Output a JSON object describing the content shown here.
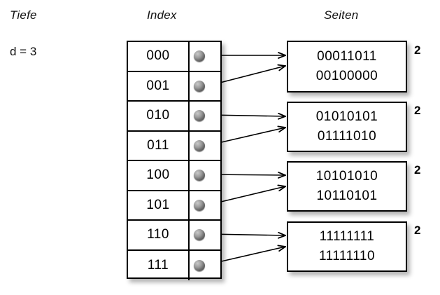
{
  "headers": {
    "depth_label": "Tiefe",
    "index_label": "Index",
    "pages_label": "Seiten"
  },
  "global_depth": {
    "text": "d = 3",
    "value": 3
  },
  "index": {
    "entries": [
      {
        "key": "000",
        "pointer_icon": "pointer-dot-icon",
        "page": 0
      },
      {
        "key": "001",
        "pointer_icon": "pointer-dot-icon",
        "page": 0
      },
      {
        "key": "010",
        "pointer_icon": "pointer-dot-icon",
        "page": 1
      },
      {
        "key": "011",
        "pointer_icon": "pointer-dot-icon",
        "page": 1
      },
      {
        "key": "100",
        "pointer_icon": "pointer-dot-icon",
        "page": 2
      },
      {
        "key": "101",
        "pointer_icon": "pointer-dot-icon",
        "page": 2
      },
      {
        "key": "110",
        "pointer_icon": "pointer-dot-icon",
        "page": 3
      },
      {
        "key": "111",
        "pointer_icon": "pointer-dot-icon",
        "page": 3
      }
    ]
  },
  "pages": [
    {
      "local_depth": "2",
      "records": [
        "00011011",
        "00100000"
      ]
    },
    {
      "local_depth": "2",
      "records": [
        "01010101",
        "01111010"
      ]
    },
    {
      "local_depth": "2",
      "records": [
        "10101010",
        "10110101"
      ]
    },
    {
      "local_depth": "2",
      "records": [
        "11111111",
        "11111110"
      ]
    }
  ],
  "colors": {
    "background": "#ffffff",
    "stroke": "#000000",
    "text": "#111111",
    "dot_light": "#c9c9c9",
    "dot_dark": "#3a3a3a"
  }
}
